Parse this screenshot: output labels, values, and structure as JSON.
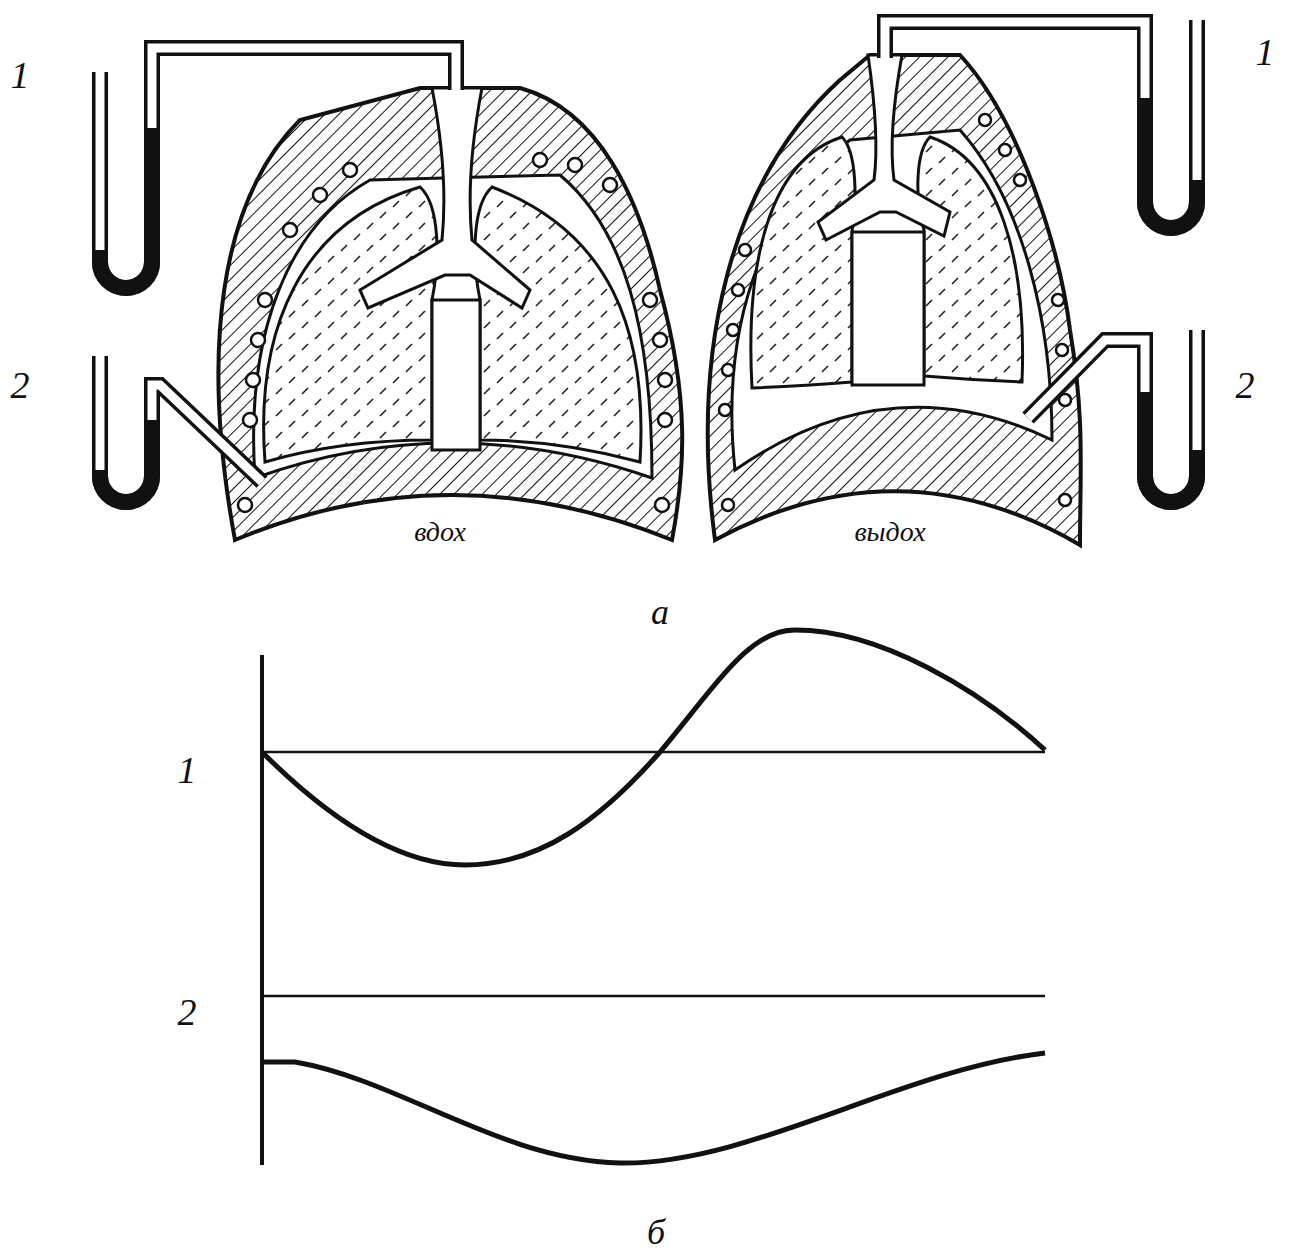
{
  "diagram": {
    "labels": [
      "1",
      "2",
      "вдох",
      "1",
      "2",
      "выдох",
      "а",
      "1",
      "2",
      "б"
    ]
  }
}
